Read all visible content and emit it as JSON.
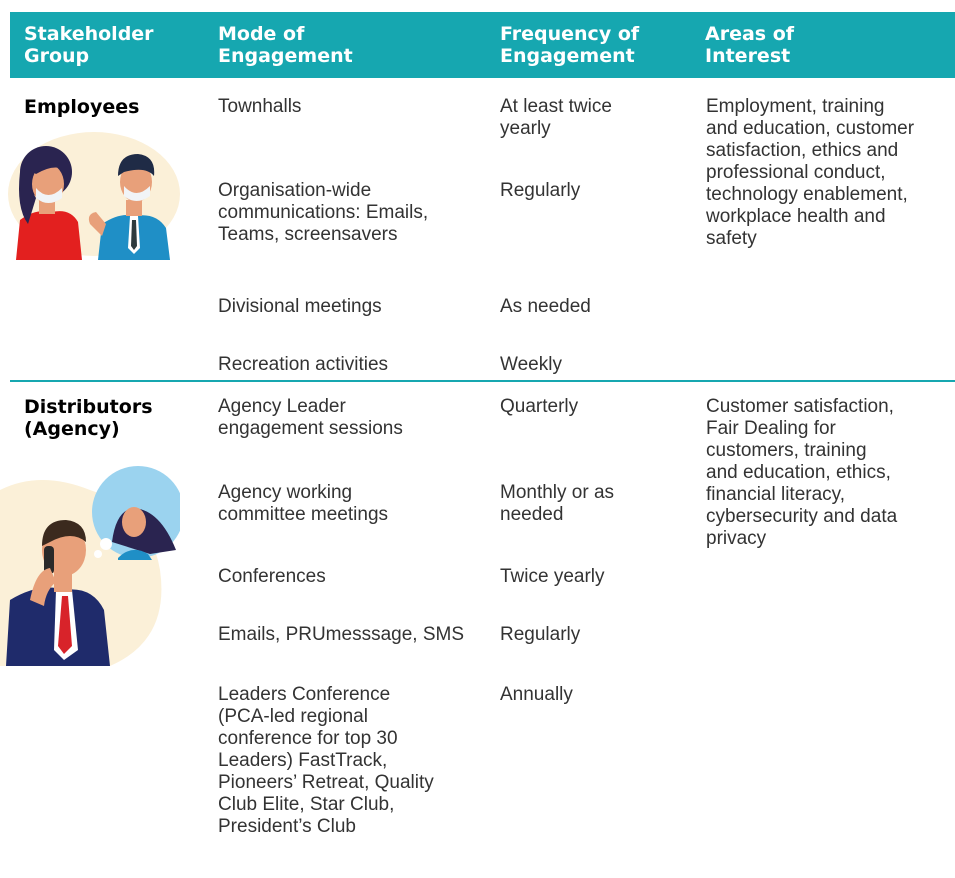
{
  "header": {
    "col1": "Stakeholder\nGroup",
    "col2": "Mode of\nEngagement",
    "col3": "Frequency of\nEngagement",
    "col4": "Areas of\nInterest"
  },
  "groups": [
    {
      "name": "Employees",
      "rows": [
        {
          "mode": "Townhalls",
          "frequency": "At least twice\nyearly"
        },
        {
          "mode": "Organisation-wide\ncommunications: Emails,\nTeams, screensavers",
          "frequency": "Regularly"
        },
        {
          "mode": "Divisional meetings",
          "frequency": "As needed"
        },
        {
          "mode": "Recreation activities",
          "frequency": "Weekly"
        }
      ],
      "interest": "Employment, training\nand education, customer\nsatisfaction, ethics and\nprofessional conduct,\ntechnology enablement,\nworkplace health and\nsafety"
    },
    {
      "name": "Distributors\n(Agency)",
      "rows": [
        {
          "mode": "Agency Leader\nengagement sessions",
          "frequency": "Quarterly"
        },
        {
          "mode": "Agency working\ncommittee meetings",
          "frequency": "Monthly or as\nneeded"
        },
        {
          "mode": "Conferences",
          "frequency": "Twice yearly"
        },
        {
          "mode": "Emails, PRUmesssage, SMS",
          "frequency": "Regularly"
        },
        {
          "mode": "Leaders Conference\n(PCA-led regional\nconference for top 30\nLeaders) FastTrack,\nPioneers’ Retreat, Quality\nClub Elite, Star Club,\nPresident’s Club",
          "frequency": "Annually"
        }
      ],
      "interest": "Customer satisfaction,\nFair Dealing for\ncustomers, training\nand education, ethics,\nfinancial literacy,\ncybersecurity and data\nprivacy"
    }
  ],
  "colors": {
    "accent": "#16a7b0",
    "text": "#333333",
    "heading": "#000000"
  },
  "icons": [
    "employees-illustration",
    "distributor-phone-illustration"
  ]
}
